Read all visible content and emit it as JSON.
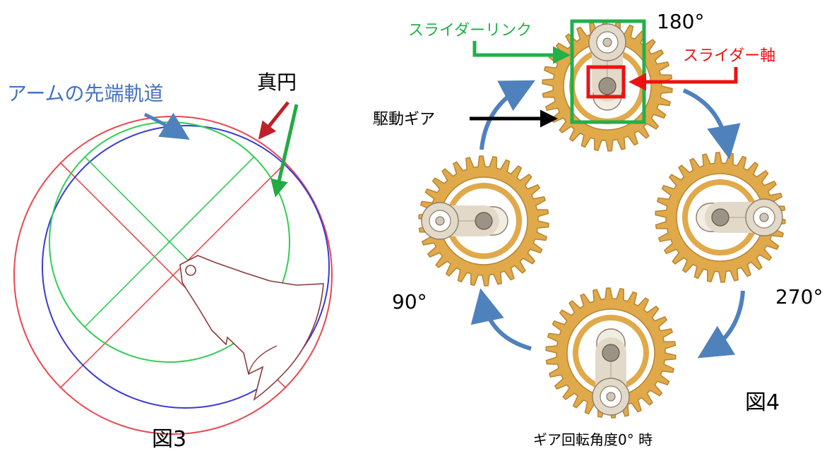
{
  "figure3": {
    "arm_tip_label": "アームの先端軌道",
    "circle_label": "真円",
    "caption": "図3"
  },
  "figure4": {
    "slider_link_label": "スライダーリンク",
    "slider_shaft_label": "スライダー軸",
    "drive_gear_label": "駆動ギア",
    "angle_180": "180°",
    "angle_90": "90°",
    "angle_270": "270°",
    "caption": "図4",
    "bottom_caption": "ギア回転角度0° 時"
  },
  "colors": {
    "red_circle": "#e8474f",
    "blue_orbit": "#3b3bd0",
    "green_circle": "#33cc55",
    "arm_outline": "#8a3b3b",
    "label_blue": "#4472c4",
    "green_box": "#22b04a",
    "red_box": "#ee1111",
    "gear_gold": "#e0a94a",
    "gear_dark": "#b88431",
    "link_beige": "#e3d9c8",
    "arrow_blue": "#4f81bd"
  }
}
